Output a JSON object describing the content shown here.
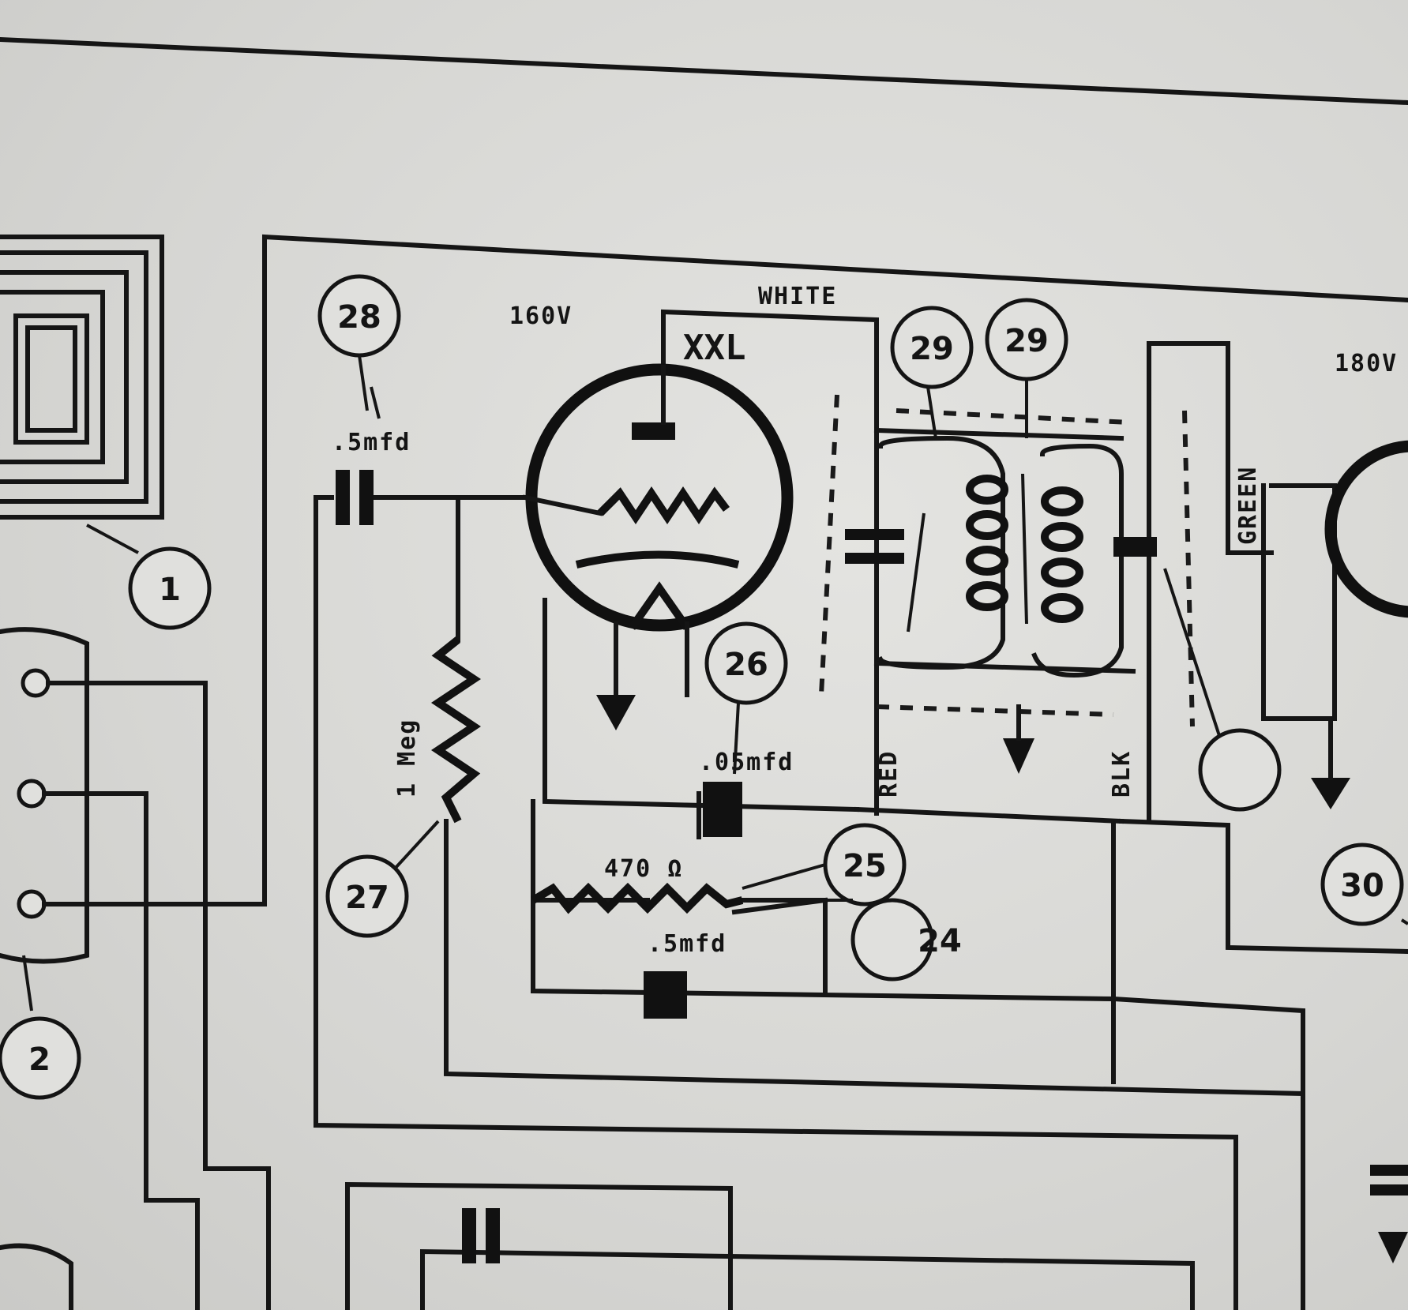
{
  "ref_numbers": {
    "n1": "1",
    "n2": "2",
    "n24": "24",
    "n25": "25",
    "n26": "26",
    "n27": "27",
    "n28": "28",
    "n29a": "29",
    "n29b": "29",
    "n30": "30"
  },
  "labels": {
    "tube_type": "XXL",
    "plate_voltage": "160V",
    "wire_white": "WHITE",
    "wire_red": "RED",
    "wire_blk": "BLK",
    "wire_green": "GREEN",
    "cap_grid": ".5mfd",
    "cap_bypass": ".05mfd",
    "cap_cathode": ".5mfd",
    "resistor_grid": "1 Meg",
    "resistor_cathode": "470 Ω",
    "right_voltage": "180V"
  },
  "colors": {
    "ink": "#141414",
    "paper": "#dededb"
  }
}
